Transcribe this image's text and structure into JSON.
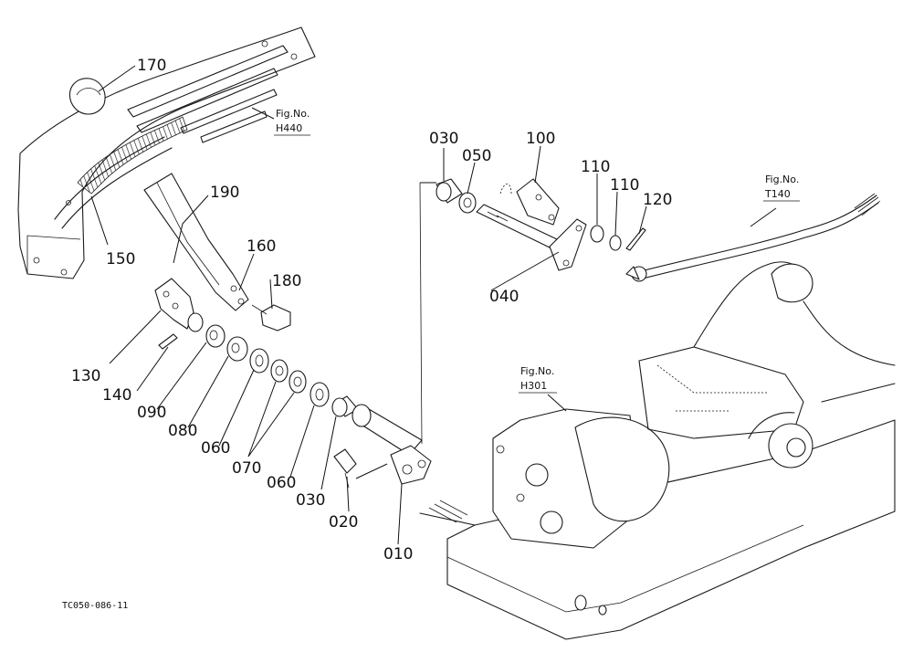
{
  "parts": {
    "p010": "010",
    "p020": "020",
    "p030a": "030",
    "p030b": "030",
    "p040": "040",
    "p050": "050",
    "p060a": "060",
    "p060b": "060",
    "p070": "070",
    "p080": "080",
    "p090": "090",
    "p100": "100",
    "p110a": "110",
    "p110b": "110",
    "p120": "120",
    "p130": "130",
    "p140": "140",
    "p150": "150",
    "p160": "160",
    "p170": "170",
    "p180": "180",
    "p190": "190"
  },
  "figrefs": {
    "h440": {
      "label": "Fig.No.",
      "number": "H440"
    },
    "t140": {
      "label": "Fig.No.",
      "number": "T140"
    },
    "h301": {
      "label": "Fig.No.",
      "number": "H301"
    }
  },
  "drawing_code": "TC050-086-11"
}
